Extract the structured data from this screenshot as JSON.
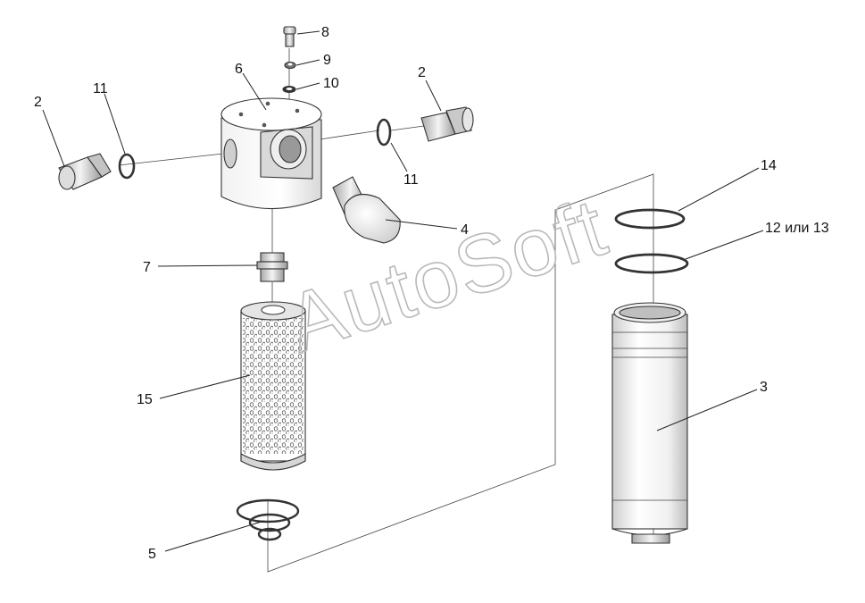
{
  "watermark": "AutoSoft",
  "callouts": [
    {
      "id": "callout-8",
      "text": "8"
    },
    {
      "id": "callout-9",
      "text": "9"
    },
    {
      "id": "callout-10",
      "text": "10"
    },
    {
      "id": "callout-6",
      "text": "6"
    },
    {
      "id": "callout-2-left",
      "text": "2"
    },
    {
      "id": "callout-11-left",
      "text": "11"
    },
    {
      "id": "callout-2-right",
      "text": "2"
    },
    {
      "id": "callout-11-right",
      "text": "11"
    },
    {
      "id": "callout-4",
      "text": "4"
    },
    {
      "id": "callout-7",
      "text": "7"
    },
    {
      "id": "callout-15",
      "text": "15"
    },
    {
      "id": "callout-5",
      "text": "5"
    },
    {
      "id": "callout-14",
      "text": "14"
    },
    {
      "id": "callout-12-13",
      "text": "12 или 13"
    },
    {
      "id": "callout-3",
      "text": "3"
    }
  ]
}
